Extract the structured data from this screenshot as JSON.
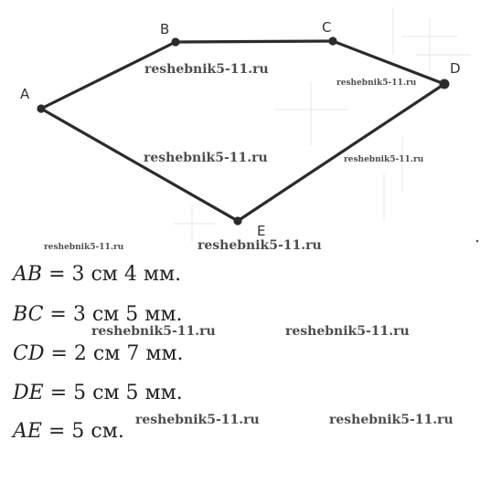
{
  "diagram": {
    "vertices": [
      {
        "id": "A",
        "label": "A"
      },
      {
        "id": "B",
        "label": "B"
      },
      {
        "id": "C",
        "label": "C"
      },
      {
        "id": "D",
        "label": "D"
      },
      {
        "id": "E",
        "label": "E"
      }
    ],
    "edges": [
      [
        "A",
        "B"
      ],
      [
        "B",
        "C"
      ],
      [
        "C",
        "D"
      ],
      [
        "D",
        "E"
      ],
      [
        "E",
        "A"
      ]
    ]
  },
  "watermarks": {
    "text": "reshebnik5-11.ru"
  },
  "measurements": [
    {
      "segment": "AB",
      "equals": "=",
      "value": "3 см 4 мм."
    },
    {
      "segment": "BC",
      "equals": "=",
      "value": "3 см 5 мм."
    },
    {
      "segment": "CD",
      "equals": "=",
      "value": "2 см 7 мм."
    },
    {
      "segment": "DE",
      "equals": "=",
      "value": "5 см 5 мм."
    },
    {
      "segment": "AE",
      "equals": "=",
      "value": "5 см."
    }
  ],
  "colors": {
    "line": "#2b2b2b",
    "text": "#222222",
    "watermark": "#4d4d4d"
  }
}
